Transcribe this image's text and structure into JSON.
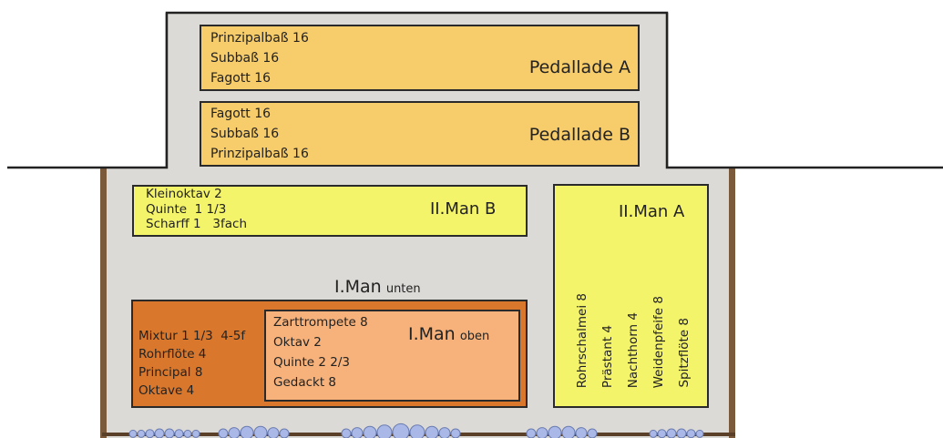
{
  "pedal_a": {
    "title": "Pedallade A",
    "stops": [
      "Prinzipalbaß 16",
      "Subbaß 16",
      "Fagott 16"
    ]
  },
  "pedal_b": {
    "title": "Pedallade B",
    "stops": [
      "Fagott 16",
      "Subbaß 16",
      "Prinzipalbaß 16"
    ]
  },
  "man2b": {
    "title": "II.Man B",
    "stops": [
      "Kleinoktav 2",
      "Quinte  1 1/3",
      "Scharff 1   3fach"
    ]
  },
  "man2a": {
    "title": "II.Man A",
    "stops": [
      "Rohrschalmei 8",
      "Prästant 4",
      "Nachthorn 4",
      "Weidenpfeife 8",
      "Spitzflöte 8"
    ]
  },
  "man1_unten": {
    "title_main": "I.Man",
    "title_sub": "unten",
    "stops": [
      "Mixtur 1 1/3  4-5f",
      "Rohrflöte 4",
      "Principal 8",
      "Oktave 4"
    ]
  },
  "man1_oben": {
    "title_main": "I.Man",
    "title_sub": "oben",
    "stops": [
      "Zarttrompete 8",
      "Oktav 2",
      "Quinte 2 2/3",
      "Gedackt 8"
    ]
  },
  "colors": {
    "case_fill": "#dcdad6",
    "case_wall": "#7a5a3a",
    "pedal_fill": "#f7cc6a",
    "man2_fill": "#f4f46a",
    "man1_unten_fill": "#d9782c",
    "man1_oben_fill": "#f6b27a",
    "pipe_fill": "#a9b8e6"
  }
}
